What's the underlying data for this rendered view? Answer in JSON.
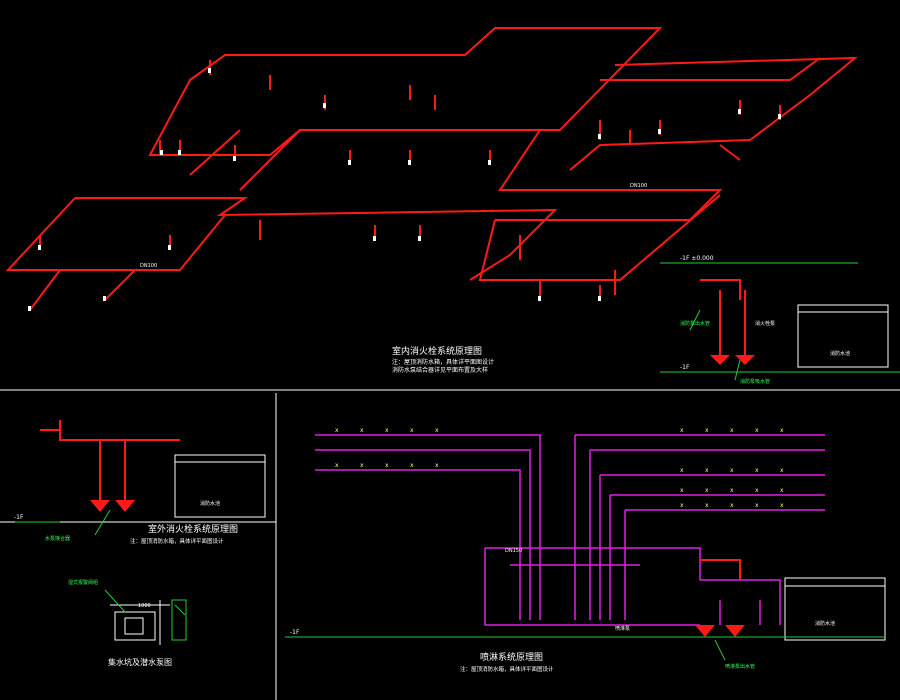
{
  "colors": {
    "background": "#000000",
    "hydrant_pipe": "#ff1a1a",
    "sprinkler_pipe": "#e020e0",
    "leader": "#22cc33",
    "label": "#ffffff",
    "panel_border": "#ffffff"
  },
  "titles": {
    "indoor_hydrant": "室内消火栓系统原理图",
    "indoor_note_1": "注：屋顶消防水箱，具体详平面图设计",
    "indoor_note_2": "消防水泵结合器详见平面布置及大样",
    "outdoor_hydrant": "室外消火栓系统原理图",
    "outdoor_note": "注：屋顶消防水箱，具体详平面图设计",
    "sprinkler": "喷淋系统原理图",
    "sprinkler_note": "注：屋顶消防水箱，具体详平面图设计",
    "pit_detail": "集水坑及潜水泵图"
  },
  "labels": {
    "level_top": "-1F ±0.000",
    "level_1f": "-1F",
    "level_1f_b": "-1F",
    "level_1f_c": "-1F",
    "pipe_dn_1": "DN100",
    "pipe_dn_2": "DN100",
    "pipe_dn_3": "DN150",
    "tank_1": "消防水池",
    "tank_2": "消防水池",
    "tank_3": "消防水池",
    "pump_note_1": "消火栓泵",
    "pump_note_2": "喷淋泵",
    "pit_dim": "1000",
    "green_1": "消防泵出水管",
    "green_2": "消防泵吸水管",
    "green_3": "水泵接合器",
    "green_4": "湿式报警阀组",
    "green_5": "喷淋泵出水管"
  }
}
